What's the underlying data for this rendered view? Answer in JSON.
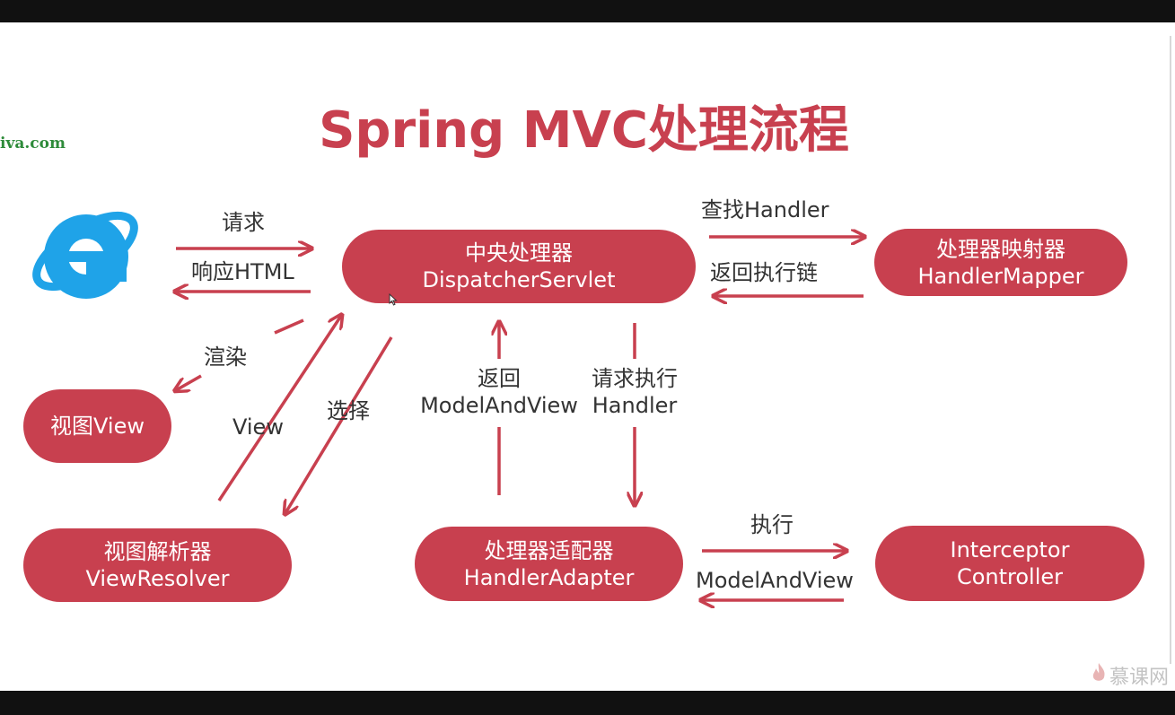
{
  "title": "Spring MVC处理流程",
  "site_fragment": "iva.com",
  "nodes": {
    "dispatcher": {
      "line1": "中央处理器",
      "line2": "DispatcherServlet"
    },
    "mapper": {
      "line1": "处理器映射器",
      "line2": "HandlerMapper"
    },
    "view": {
      "line1": "视图View"
    },
    "resolver": {
      "line1": "视图解析器",
      "line2": "ViewResolver"
    },
    "adapter": {
      "line1": "处理器适配器",
      "line2": "HandlerAdapter"
    },
    "controller": {
      "line1": "Interceptor",
      "line2": "Controller"
    }
  },
  "labels": {
    "request": "请求",
    "response": "响应HTML",
    "find_handler": "查找Handler",
    "return_chain": "返回执行链",
    "render": "渲染",
    "view_return": "View",
    "choose": "选择",
    "return_mav_1": "返回",
    "return_mav_2": "ModelAndView",
    "request_exec_1": "请求执行",
    "request_exec_2": "Handler",
    "execute": "执行",
    "mav_back": "ModelAndView"
  },
  "icons": {
    "browser": "internet-explorer-icon",
    "watermark": "imooc-flame-icon"
  },
  "watermark_text": "慕课网",
  "colors": {
    "accent": "#c8404f",
    "text": "#333333",
    "browser_blue": "#1fa3e8"
  }
}
